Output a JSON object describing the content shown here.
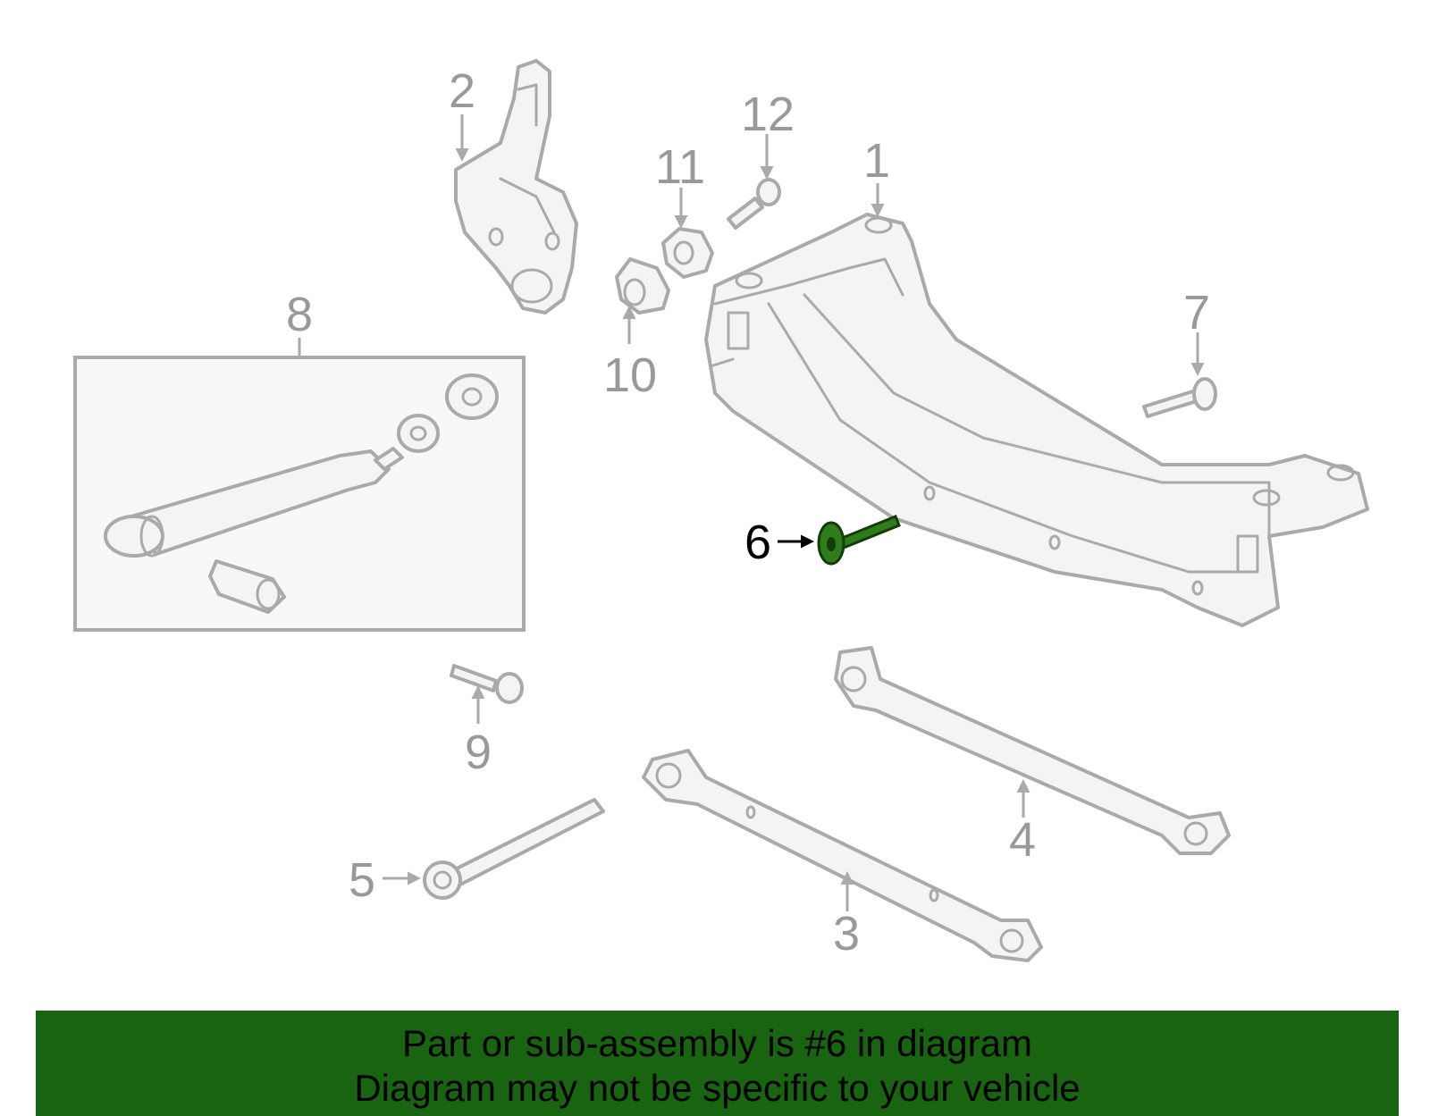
{
  "callouts": [
    {
      "id": "1",
      "label": "1"
    },
    {
      "id": "2",
      "label": "2"
    },
    {
      "id": "3",
      "label": "3"
    },
    {
      "id": "4",
      "label": "4"
    },
    {
      "id": "5",
      "label": "5"
    },
    {
      "id": "6",
      "label": "6"
    },
    {
      "id": "7",
      "label": "7"
    },
    {
      "id": "8",
      "label": "8"
    },
    {
      "id": "9",
      "label": "9"
    },
    {
      "id": "10",
      "label": "10"
    },
    {
      "id": "11",
      "label": "11"
    },
    {
      "id": "12",
      "label": "12"
    }
  ],
  "highlighted_part": "6",
  "colors": {
    "highlight": "#2e7d1a",
    "banner": "#196410",
    "part_stroke": "#aaaaaa",
    "label_gray": "#999999"
  },
  "banner": {
    "line1": "Part or sub-assembly is #6 in diagram",
    "line2": "Diagram may not be specific to your vehicle"
  }
}
